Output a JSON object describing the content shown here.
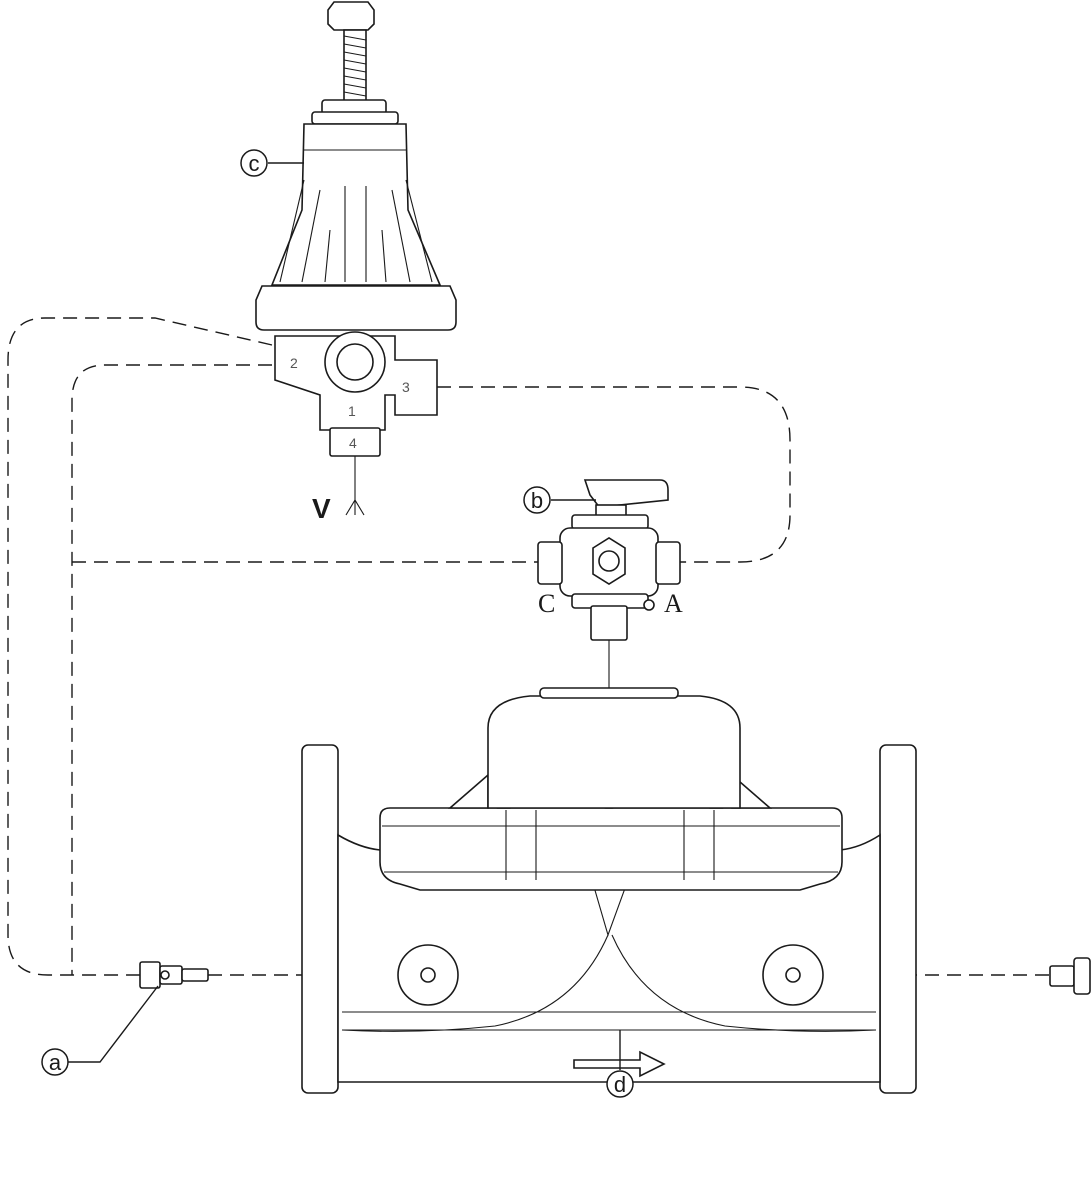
{
  "callouts": {
    "a": "a",
    "b": "b",
    "c": "c",
    "d": "d"
  },
  "ports": {
    "p1": "1",
    "p2": "2",
    "p3": "3",
    "p4": "4"
  },
  "selector_sides": {
    "left": "C",
    "right": "A"
  },
  "vent_label": "V",
  "colors": {
    "line": "#1a1a1a",
    "background": "#ffffff"
  }
}
